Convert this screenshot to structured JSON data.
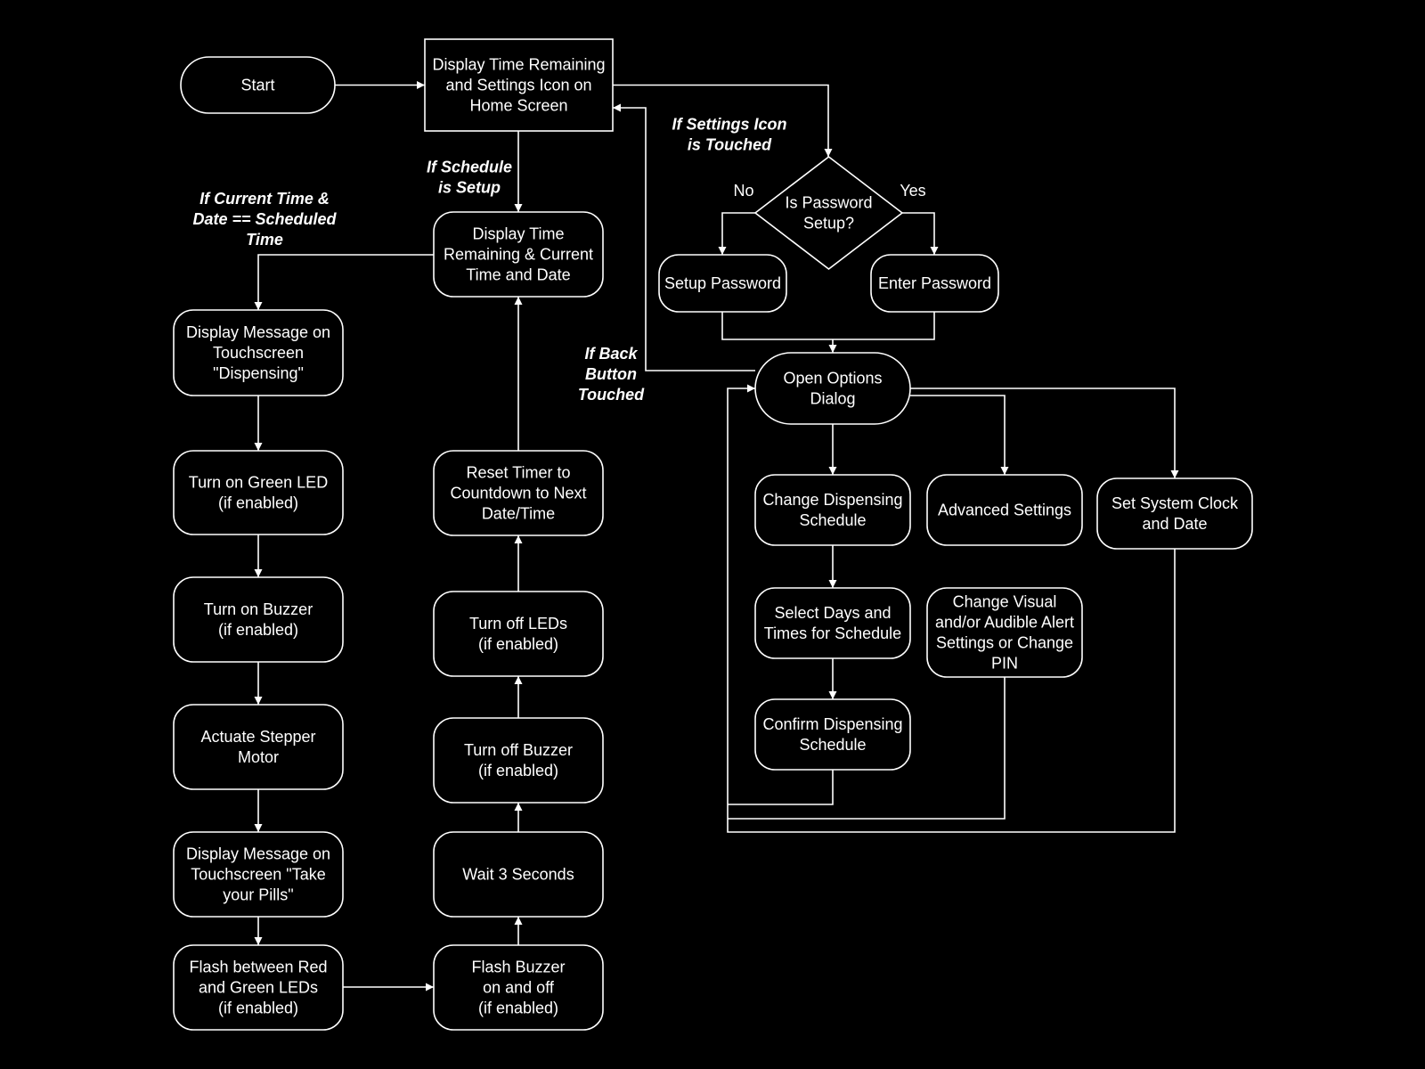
{
  "nodes": {
    "start": "Start",
    "display_home": [
      "Display Time Remaining",
      "and Settings Icon on",
      "Home Screen"
    ],
    "display_current": [
      "Display Time",
      "Remaining & Current",
      "Time and Date"
    ],
    "password_q": [
      "Is Password",
      "Setup?"
    ],
    "setup_password": "Setup Password",
    "enter_password": "Enter Password",
    "open_options": [
      "Open Options",
      "Dialog"
    ],
    "msg_dispensing": [
      "Display Message on",
      "Touchscreen",
      "\"Dispensing\""
    ],
    "green_led": [
      "Turn on Green LED",
      "(if enabled)"
    ],
    "buzzer_on": [
      "Turn on Buzzer",
      "(if enabled)"
    ],
    "stepper": [
      "Actuate Stepper",
      "Motor"
    ],
    "msg_pills": [
      "Display Message on",
      "Touchscreen \"Take",
      "your Pills\""
    ],
    "flash_leds": [
      "Flash between Red",
      "and Green LEDs",
      "(if enabled)"
    ],
    "flash_buzzer": [
      "Flash Buzzer",
      "on and off",
      "(if enabled)"
    ],
    "wait": "Wait 3 Seconds",
    "buzzer_off": [
      "Turn off Buzzer",
      "(if enabled)"
    ],
    "leds_off": [
      "Turn off LEDs",
      "(if enabled)"
    ],
    "reset_timer": [
      "Reset Timer to",
      "Countdown to Next",
      "Date/Time"
    ],
    "change_schedule": [
      "Change Dispensing",
      "Schedule"
    ],
    "advanced": "Advanced Settings",
    "set_clock": [
      "Set System Clock",
      "and Date"
    ],
    "select_days": [
      "Select Days and",
      "Times for Schedule"
    ],
    "change_visual": [
      "Change Visual",
      "and/or Audible Alert",
      "Settings or Change",
      "PIN"
    ],
    "confirm_schedule": [
      "Confirm Dispensing",
      "Schedule"
    ]
  },
  "edge_labels": {
    "schedule_setup": [
      "If Schedule",
      "is Setup"
    ],
    "current_time": [
      "If Current Time &",
      "Date == Scheduled",
      "Time"
    ],
    "settings_touched": [
      "If Settings Icon",
      "is Touched"
    ],
    "back_button": [
      "If Back",
      "Button",
      "Touched"
    ],
    "no": "No",
    "yes": "Yes"
  }
}
